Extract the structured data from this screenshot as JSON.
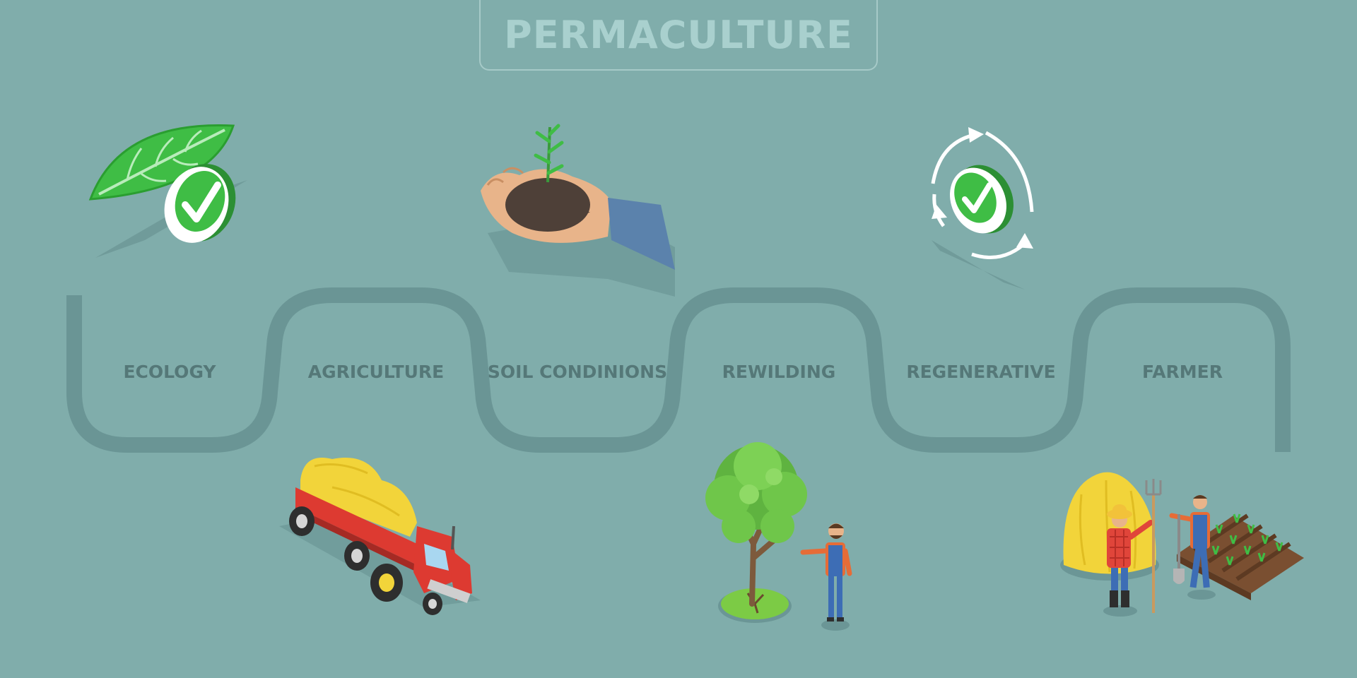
{
  "title": "PERMACULTURE",
  "steps": [
    {
      "label": "ECOLOGY",
      "illustration": "leaf-check-icon"
    },
    {
      "label": "AGRICULTURE",
      "illustration": "hay-truck"
    },
    {
      "label": "SOIL CONDINIONS",
      "illustration": "hand-soil-sprout"
    },
    {
      "label": "REWILDING",
      "illustration": "tree-and-farmer"
    },
    {
      "label": "REGENERATIVE",
      "illustration": "cycle-check-icon"
    },
    {
      "label": "FARMER",
      "illustration": "farmers-haystack-field"
    }
  ],
  "colors": {
    "background": "#80adab",
    "path": "#6a9595",
    "label": "#557878",
    "title": "#a9d0ce",
    "green": "#3fbd45",
    "truck_red": "#dd3a31",
    "hay": "#f2d43a"
  }
}
